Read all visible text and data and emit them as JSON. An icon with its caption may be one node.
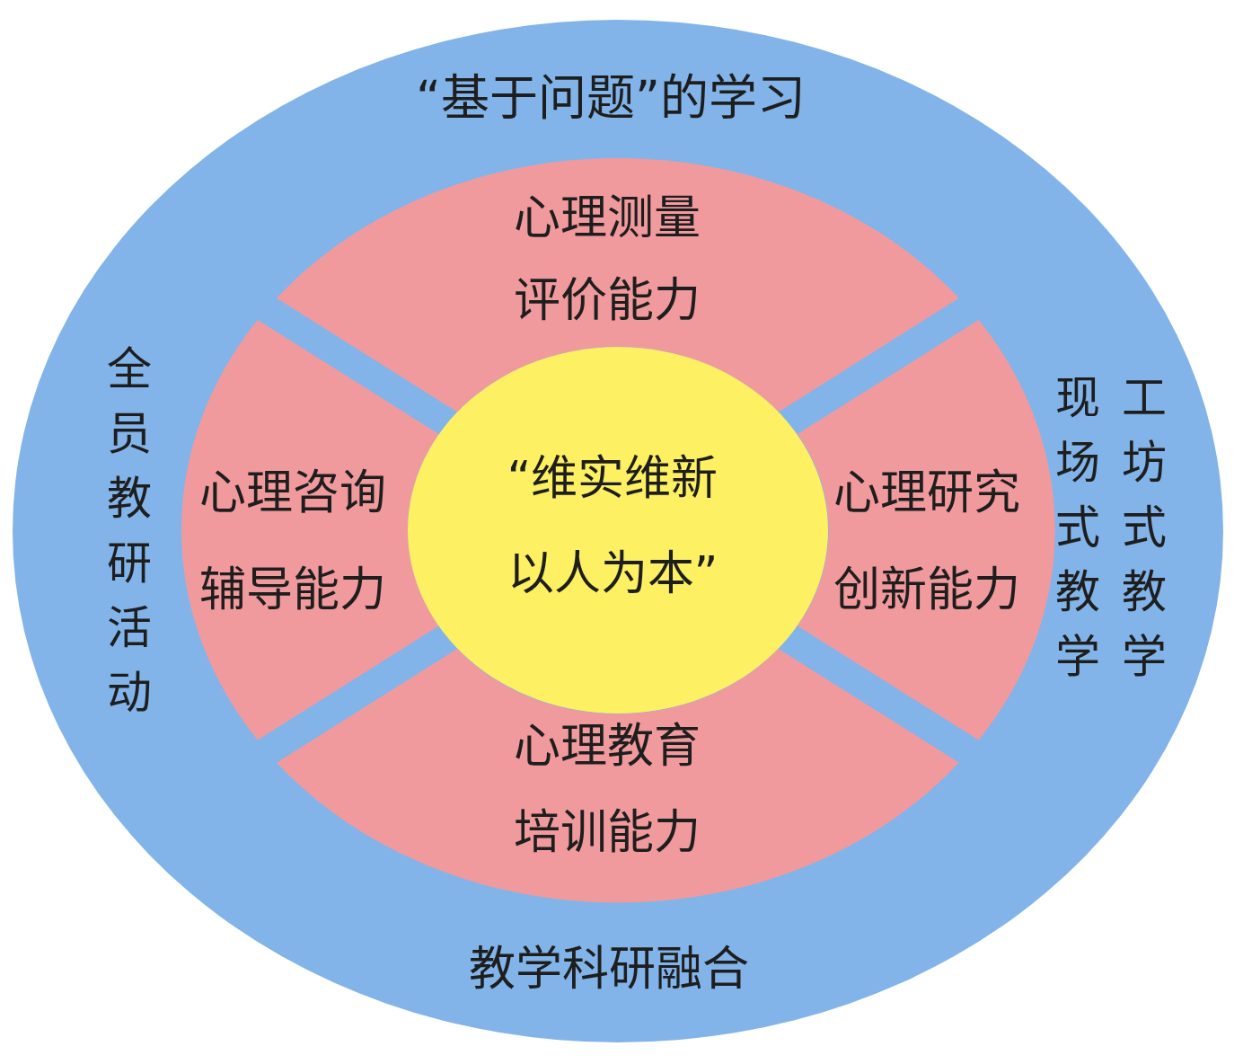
{
  "diagram": {
    "nodes": [
      {
        "text": [
          "“基于问题”的学习",
          "全员教研活动",
          "现场式教学",
          "工坊式教学",
          "教学科研融合"
        ]
      },
      {
        "text": [
          "心理测量评价能力"
        ],
        "in": 0
      },
      {
        "text": [
          "心理咨询辅导能力"
        ],
        "in": 0
      },
      {
        "text": [
          "“维实维新以人为本”"
        ],
        "in": 0
      },
      {
        "text": [
          "心理研究创新能力"
        ],
        "in": 0
      },
      {
        "text": [
          "心理教育培训能力"
        ],
        "in": 0
      }
    ]
  }
}
